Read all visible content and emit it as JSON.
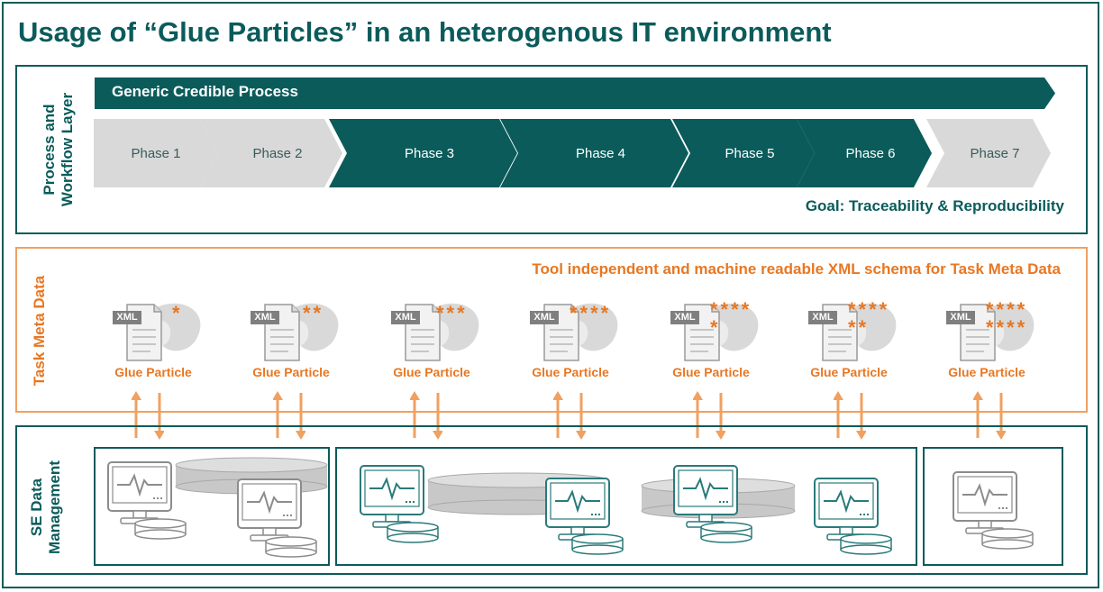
{
  "title": "Usage of “Glue Particles” in an heterogenous IT environment",
  "process_layer": {
    "side_label_line1": "Process and",
    "side_label_line2": "Workflow Layer",
    "process_bar": "Generic Credible Process",
    "phases": [
      "Phase 1",
      "Phase 2",
      "Phase 3",
      "Phase 4",
      "Phase 5",
      "Phase 6",
      "Phase 7"
    ],
    "phase_styles": [
      "light",
      "light",
      "dark",
      "dark",
      "dark",
      "dark",
      "light"
    ],
    "goal": "Goal: Traceability & Reproducibility"
  },
  "task_meta": {
    "side_label": "Task Meta Data",
    "header": "Tool independent and machine readable XML schema for Task Meta Data",
    "particles": [
      {
        "badge": "XML",
        "stars_line1": "*",
        "stars_line2": "",
        "label": "Glue Particle"
      },
      {
        "badge": "XML",
        "stars_line1": "**",
        "stars_line2": "",
        "label": "Glue Particle"
      },
      {
        "badge": "XML",
        "stars_line1": "***",
        "stars_line2": "",
        "label": "Glue Particle"
      },
      {
        "badge": "XML",
        "stars_line1": "****",
        "stars_line2": "",
        "label": "Glue Particle"
      },
      {
        "badge": "XML",
        "stars_line1": "****",
        "stars_line2": "*",
        "label": "Glue Particle"
      },
      {
        "badge": "XML",
        "stars_line1": "****",
        "stars_line2": "**",
        "label": "Glue Particle"
      },
      {
        "badge": "XML",
        "stars_line1": "****",
        "stars_line2": "****",
        "label": "Glue Particle"
      }
    ]
  },
  "data_mgmt": {
    "side_label_line1": "SE Data",
    "side_label_line2": "Management"
  },
  "colors": {
    "teal": "#0b5b5b",
    "orange": "#e87722",
    "orange_light": "#f0a060",
    "grey": "#d9d9d9",
    "icon_grey": "#8c8c8c",
    "icon_teal": "#2a7a7a"
  }
}
